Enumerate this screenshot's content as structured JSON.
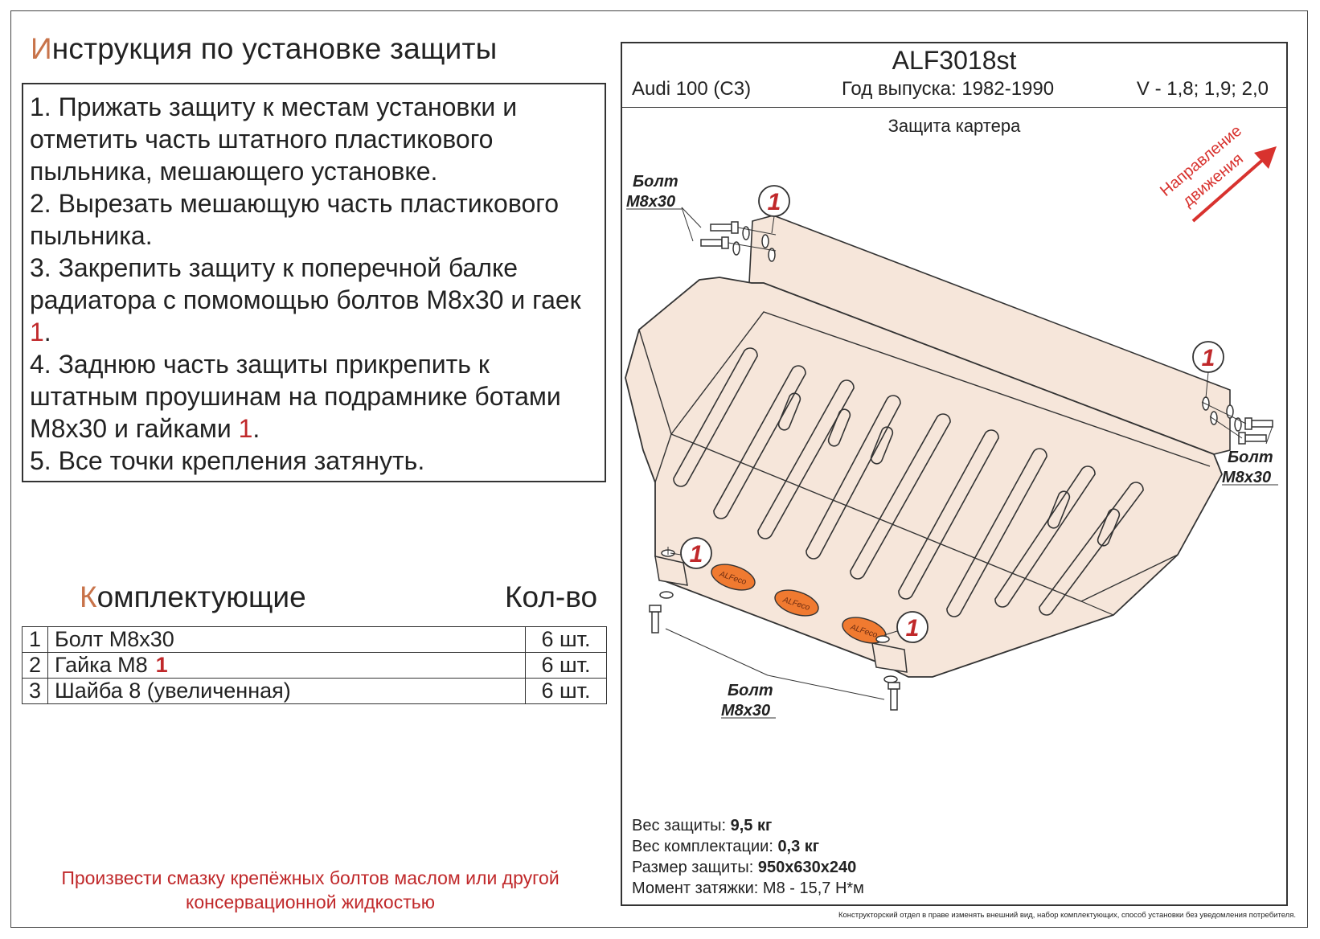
{
  "title": {
    "first_letter": "И",
    "rest": "нструкция по установке защиты"
  },
  "steps": [
    {
      "text": "1. Прижать защиту к местам установки и отметить часть штатного пластикового пыльника, мешающего установке.",
      "highlight": ""
    },
    {
      "text": "2. Вырезать мешающую часть пластикового пыльника.",
      "highlight": ""
    },
    {
      "text": "3. Закрепить защиту к поперечной балке радиатора с помомощью болтов М8х30 и гаек ",
      "highlight": "1",
      "tail": "."
    },
    {
      "text": "4. Заднюю часть защиты прикрепить к штатным проушинам на подрамнике ботами М8х30 и гайками ",
      "highlight": "1",
      "tail": "."
    },
    {
      "text": "5. Все точки крепления затянуть.",
      "highlight": ""
    }
  ],
  "components": {
    "heading_first": "К",
    "heading_rest": "омплектующие",
    "qty_heading": "Кол-во",
    "rows": [
      {
        "num": "1",
        "name": "Болт М8х30",
        "mark": "",
        "qty": "6 шт."
      },
      {
        "num": "2",
        "name": "Гайка М8",
        "mark": "1",
        "qty": "6 шт."
      },
      {
        "num": "3",
        "name": "Шайба 8 (увеличенная)",
        "mark": "",
        "qty": "6 шт."
      }
    ]
  },
  "note": "Произвести смазку крепёжных болтов маслом или другой консервационной жидкостью",
  "panel": {
    "code": "ALF3018st",
    "model": "Audi 100 (C3)",
    "year": "Год выпуска: 1982-1990",
    "engine": "V - 1,8; 1,9; 2,0",
    "subtitle": "Защита картера",
    "direction": [
      "Направление",
      "движения"
    ],
    "bolt_label": [
      "Болт",
      "М8х30"
    ],
    "callout_number": "1",
    "logo_text": "ALFeco",
    "specs": [
      {
        "label": "Вес защиты: ",
        "value": "9,5 кг",
        "bold": true
      },
      {
        "label": "Вес комплектации: ",
        "value": "0,3 кг",
        "bold": true
      },
      {
        "label": "Размер защиты: ",
        "value": "950х630х240",
        "bold": true
      },
      {
        "label": "Момент затяжки: ",
        "value": "М8 - 15,7 Н*м",
        "bold": false
      }
    ]
  },
  "disclaimer": "Конструкторский отдел в праве изменять внешний вид, набор комплектующих, способ установки без уведомления потребителя.",
  "colors": {
    "accent_letter": "#c8734a",
    "red": "#c0282a",
    "plate": "#f6e6da",
    "pad": "#f07a30",
    "arrow": "#d8322e"
  }
}
